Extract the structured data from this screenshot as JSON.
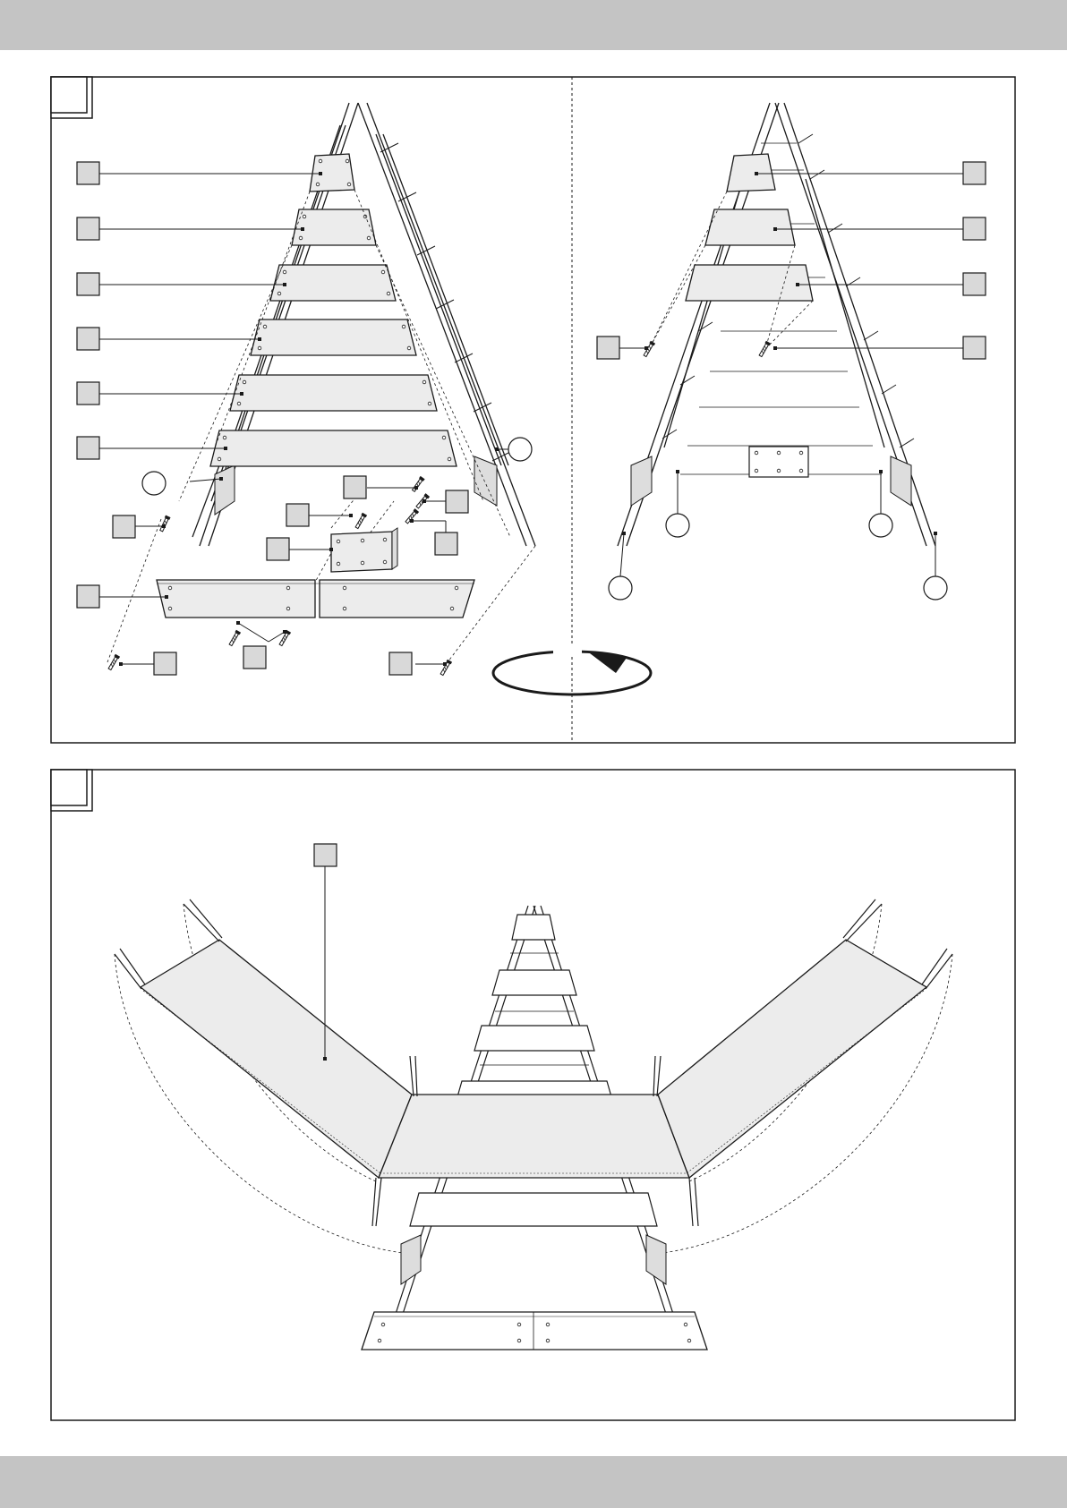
{
  "page": {
    "header_band_color": "#c4c4c4",
    "footer_band_color": "#c4c4c4",
    "line_color": "#1a1a1a",
    "panel_fill": "#ececec"
  },
  "figures": [
    {
      "name": "step-a",
      "views": [
        "front-assembly-view",
        "rear-assembly-view"
      ],
      "note": ""
    },
    {
      "name": "step-b",
      "views": [
        "unfolded-shelf-view"
      ],
      "note": ""
    }
  ],
  "icons": {
    "rotation": "rotate-arrow-icon",
    "screw": "screw-icon"
  }
}
